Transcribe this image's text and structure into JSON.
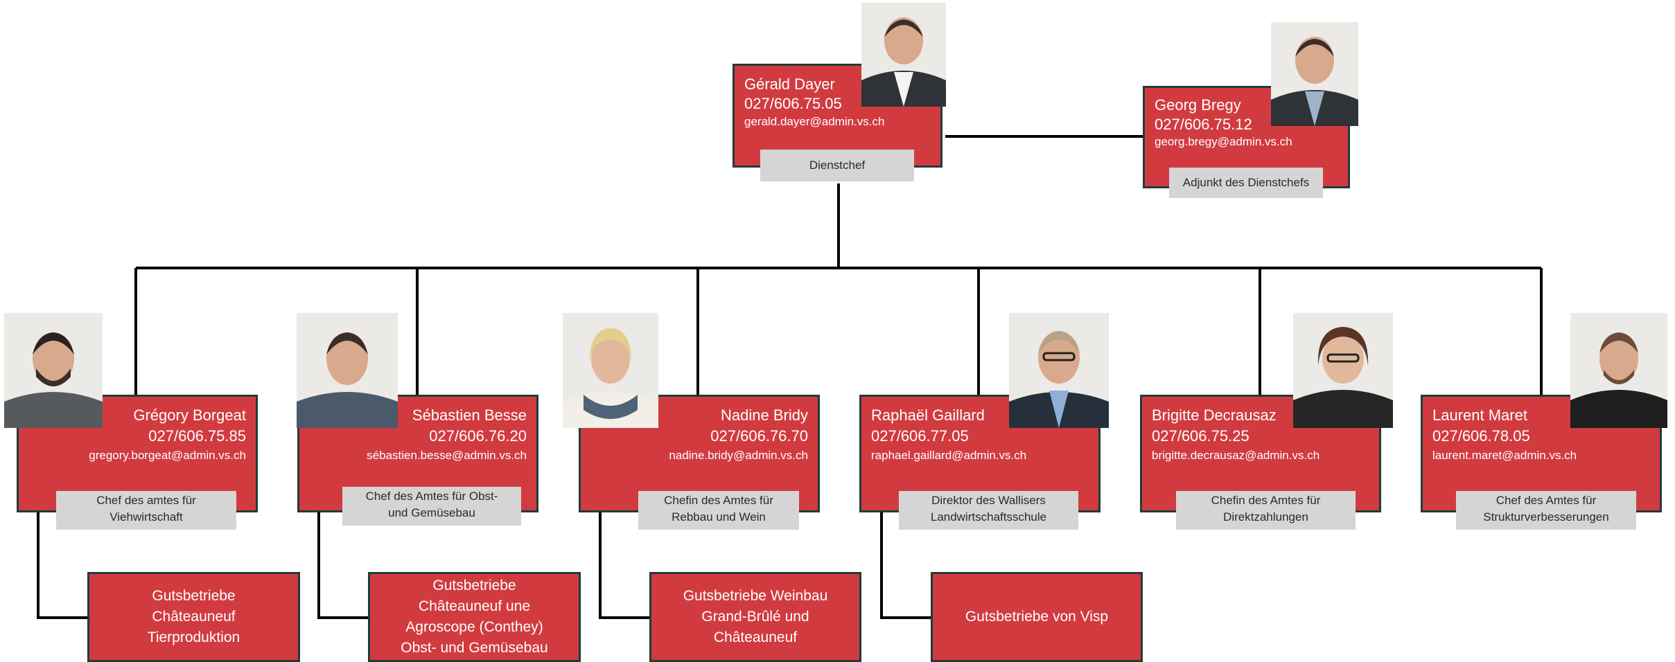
{
  "colors": {
    "card_fill": "#d13b40",
    "card_border": "#1f3c3a",
    "role_box": "#d6d5d5",
    "connector": "#000000"
  },
  "head": {
    "name": "Gérald Dayer",
    "phone": "027/606.75.05",
    "email": "gerald.dayer@admin.vs.ch",
    "role": "Dienstchef"
  },
  "deputy": {
    "name": "Georg Bregy",
    "phone": "027/606.75.12",
    "email": "georg.bregy@admin.vs.ch",
    "role": "Adjunkt des Dienstchefs"
  },
  "chiefs": [
    {
      "name": "Grégory Borgeat",
      "phone": "027/606.75.85",
      "email": "gregory.borgeat@admin.vs.ch",
      "role": "Chef des amtes für\nViehwirtschaft"
    },
    {
      "name": "Sébastien Besse",
      "phone": "027/606.76.20",
      "email": "sébastien.besse@admin.vs.ch",
      "role": "Chef des Amtes für Obst-\nund Gemüsebau"
    },
    {
      "name": "Nadine Bridy",
      "phone": "027/606.76.70",
      "email": "nadine.bridy@admin.vs.ch",
      "role": "Chefin des Amtes für\nRebbau und Wein"
    },
    {
      "name": "Raphaël Gaillard",
      "phone": "027/606.77.05",
      "email": "raphael.gaillard@admin.vs.ch",
      "role": "Direktor des Wallisers\nLandwirtschaftsschule"
    },
    {
      "name": "Brigitte Decrausaz",
      "phone": "027/606.75.25",
      "email": "brigitte.decrausaz@admin.vs.ch",
      "role": "Chefin des Amtes für\nDirektzahlungen"
    },
    {
      "name": "Laurent Maret",
      "phone": "027/606.78.05",
      "email": "laurent.maret@admin.vs.ch",
      "role": "Chef des Amtes für\nStrukturverbesserungen"
    }
  ],
  "units": [
    "Gutsbetriebe\nChâteauneuf\nTierproduktion",
    "Gutsbetriebe\nChâteauneuf une\nAgroscope (Conthey)\nObst- und Gemüsebau",
    "Gutsbetriebe Weinbau\nGrand-Brûlé und\nChâteauneuf",
    "Gutsbetriebe von Visp"
  ]
}
